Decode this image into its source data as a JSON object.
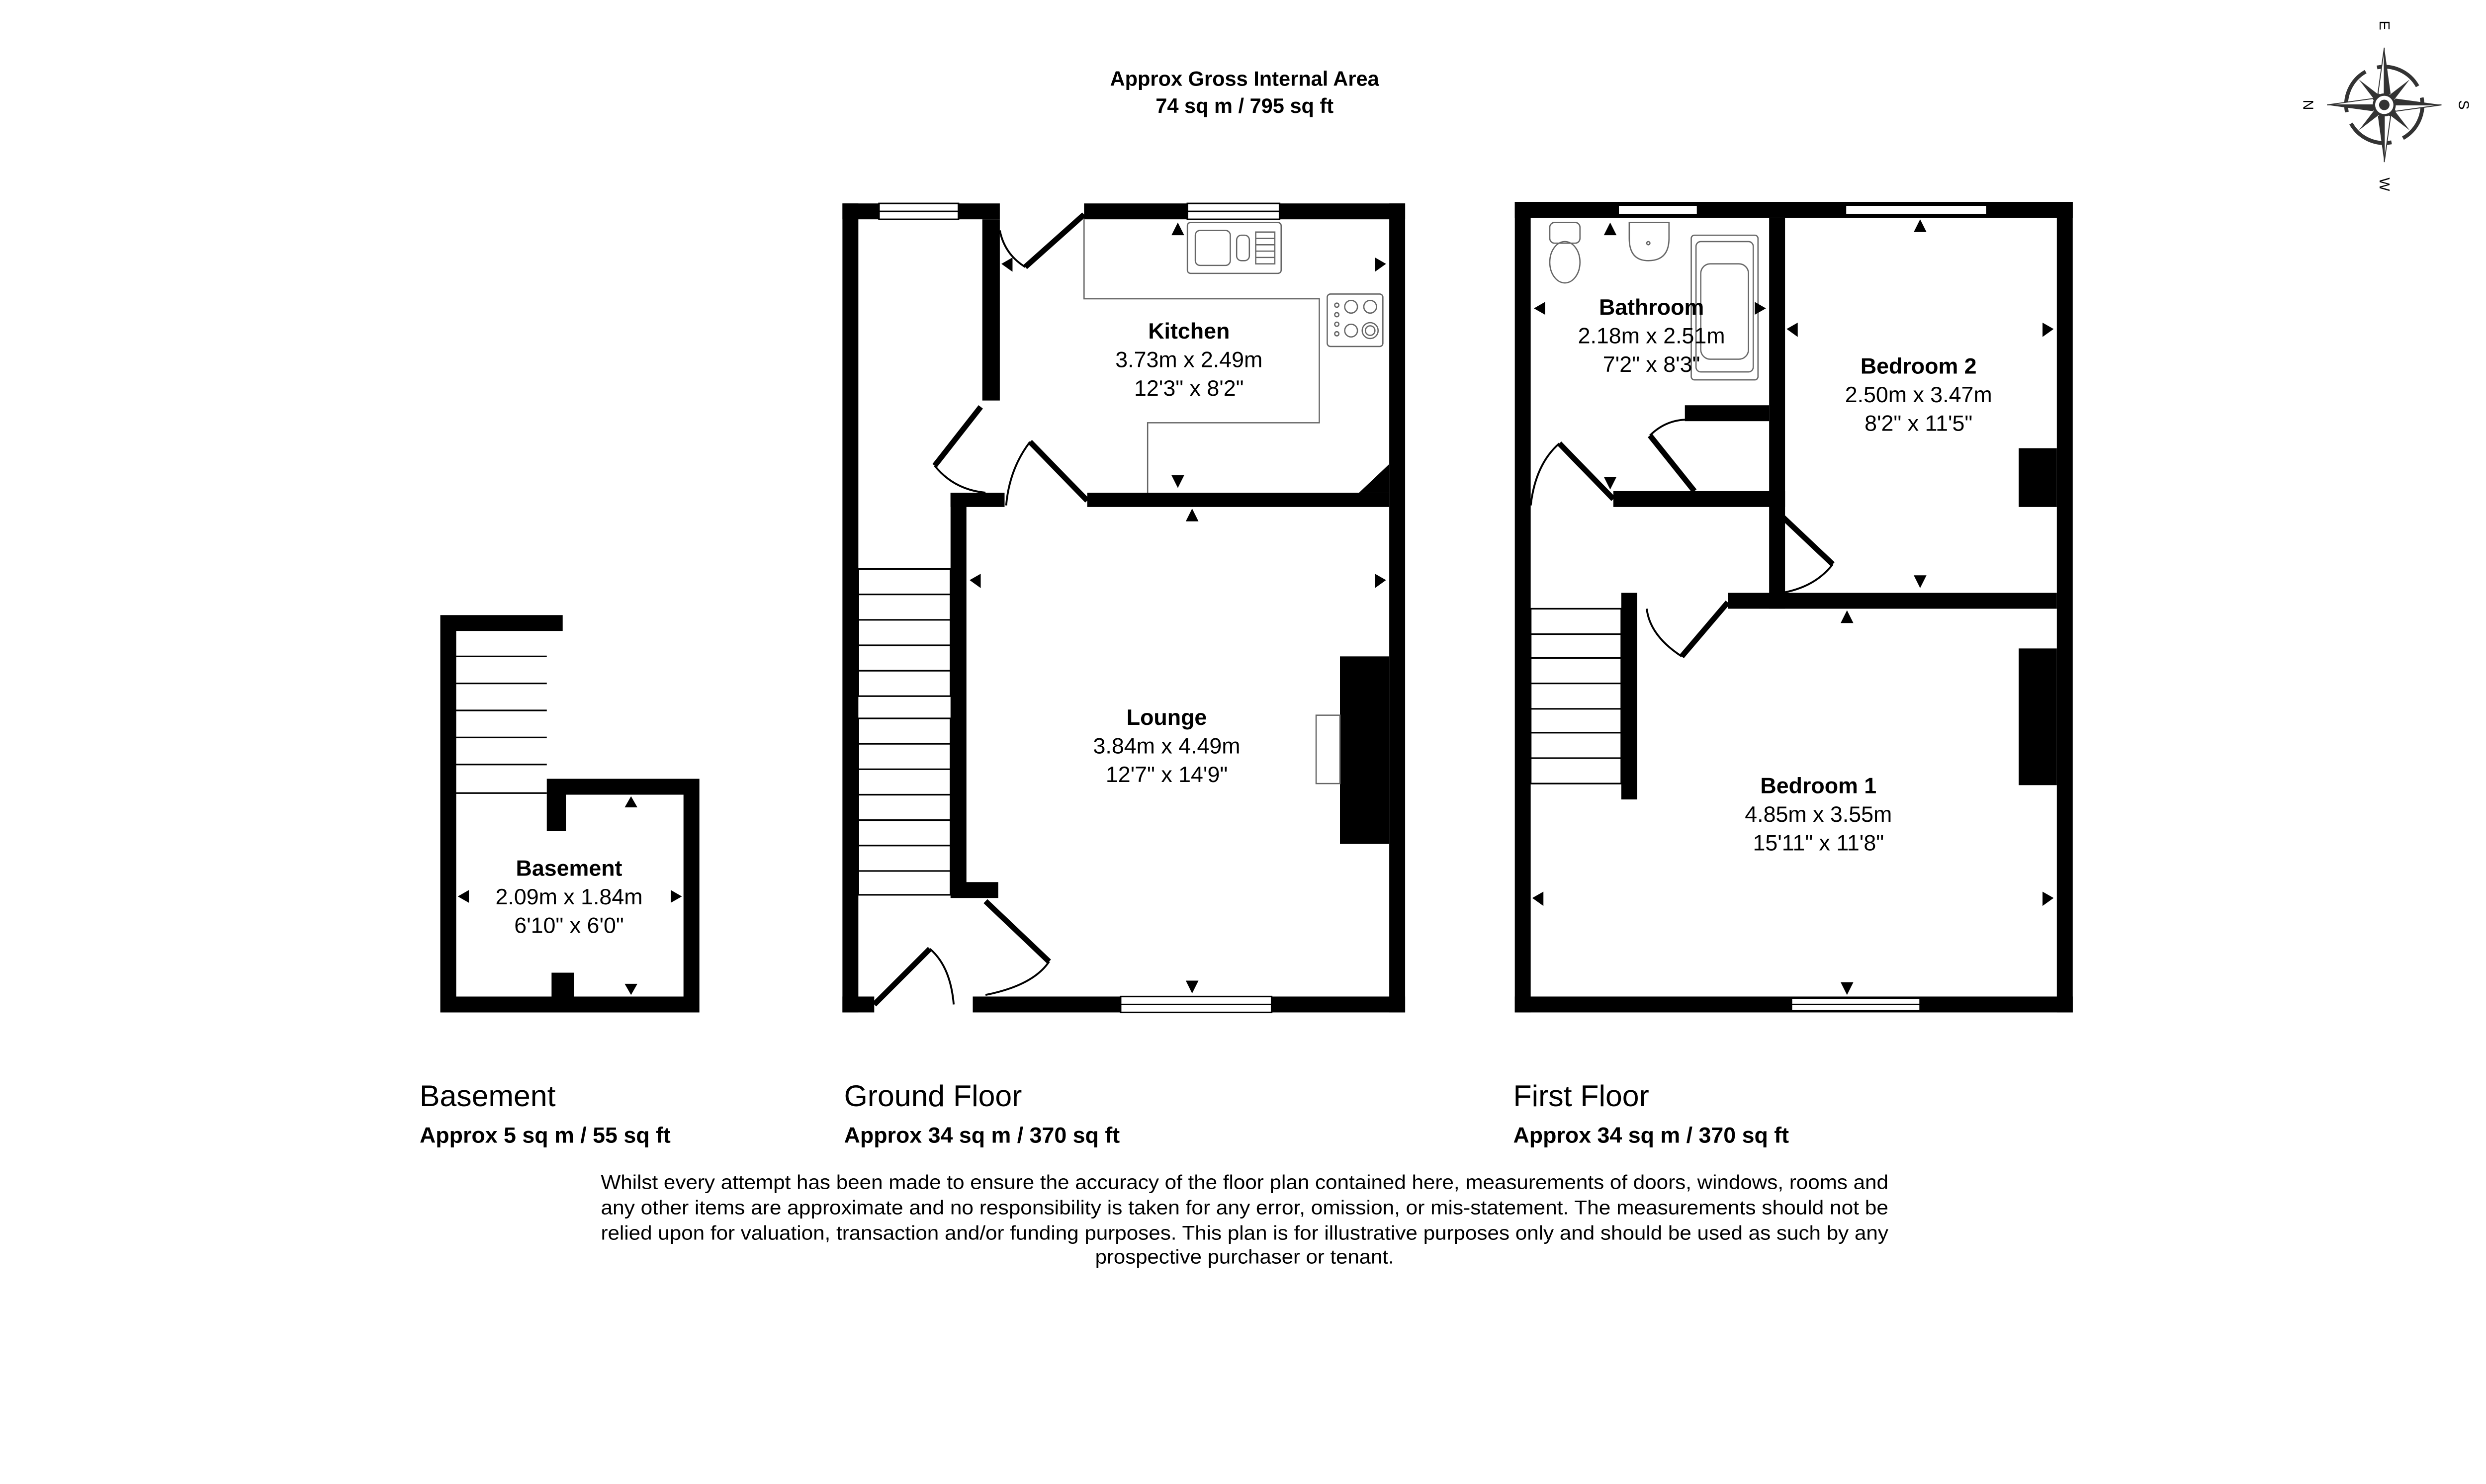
{
  "header": {
    "title_line1": "Approx Gross Internal Area",
    "title_line2": "74 sq m / 795 sq ft"
  },
  "compass": {
    "icon": "compass-rose-icon",
    "n": "N",
    "e": "E",
    "s": "S",
    "w": "W",
    "color": "#333333"
  },
  "floors": {
    "basement": {
      "name": "Basement",
      "area": "Approx 5 sq m / 55 sq ft",
      "rooms": [
        {
          "name": "Basement",
          "metric": "2.09m x 1.84m",
          "imperial": "6'10\" x 6'0\""
        }
      ]
    },
    "ground": {
      "name": "Ground Floor",
      "area": "Approx 34 sq m / 370 sq ft",
      "rooms": [
        {
          "name": "Kitchen",
          "metric": "3.73m x 2.49m",
          "imperial": "12'3\" x 8'2\""
        },
        {
          "name": "Lounge",
          "metric": "3.84m x 4.49m",
          "imperial": "12'7\" x 14'9\""
        }
      ]
    },
    "first": {
      "name": "First Floor",
      "area": "Approx 34 sq m / 370 sq ft",
      "rooms": [
        {
          "name": "Bathroom",
          "metric": "2.18m x 2.51m",
          "imperial": "7'2\" x 8'3\""
        },
        {
          "name": "Bedroom 2",
          "metric": "2.50m x 3.47m",
          "imperial": "8'2\" x 11'5\""
        },
        {
          "name": "Bedroom 1",
          "metric": "4.85m x 3.55m",
          "imperial": "15'11\" x 11'8\""
        }
      ]
    }
  },
  "disclaimer": {
    "lines": [
      "Whilst every attempt has been made to ensure the accuracy of the floor plan contained here, measurements of doors, windows, rooms and",
      "any other items are approximate and no responsibility is taken for any error, omission, or mis-statement. The measurements should not be",
      "relied upon for valuation, transaction and/or funding purposes. This plan is for illustrative purposes only and should be used as such by any",
      "prospective purchaser or tenant."
    ]
  }
}
